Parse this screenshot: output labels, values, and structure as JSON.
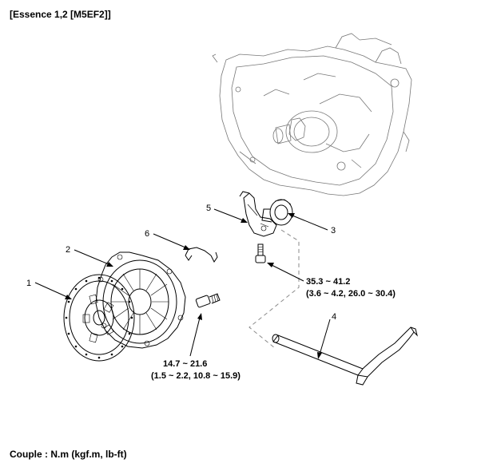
{
  "header": {
    "title": "[Essence 1,2 [M5EF2]]"
  },
  "footer": {
    "torque_unit": "Couple : N.m (kgf.m, lb-ft)"
  },
  "callouts": [
    {
      "number": "1"
    },
    {
      "number": "2"
    },
    {
      "number": "3"
    },
    {
      "number": "4"
    },
    {
      "number": "5"
    },
    {
      "number": "6"
    }
  ],
  "torques": {
    "fork_bolt": {
      "value": "35.3 ~ 41.2",
      "conversion": "(3.6 ~ 4.2, 26.0 ~ 30.4)"
    },
    "cover_bolt": {
      "value": "14.7 ~ 21.6",
      "conversion": "(1.5 ~ 2.2, 10.8 ~ 15.9)"
    }
  }
}
